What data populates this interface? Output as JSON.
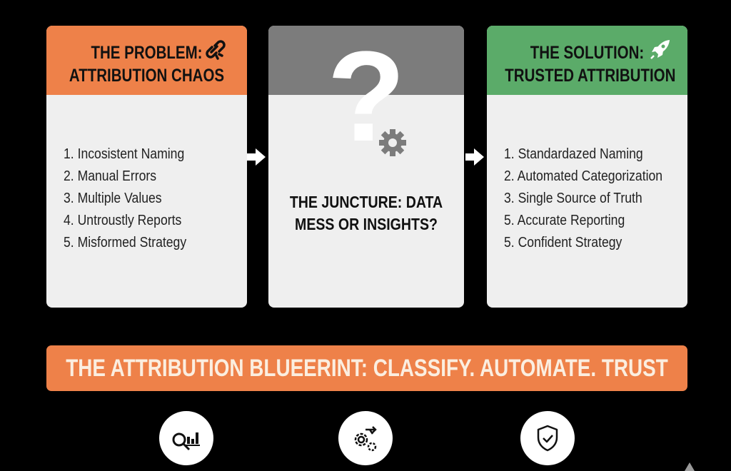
{
  "problem": {
    "title_line1": "THE PROBLEM:",
    "title_line2": "ATTRIBUTION CHAOS",
    "icon": "broken-link-icon",
    "color": "#ee8149",
    "items": [
      "1. Incosistent Naming",
      "2. Manual Errors",
      "3. Multiple Values",
      "4. Untroustly Reports",
      "5. Misformed Strategy"
    ]
  },
  "juncture": {
    "line1": "THE JUNCTURE: DATA",
    "line2": "MESS OR INSIGHTS?",
    "icon": "question-mark-icon",
    "color": "#7c7c7c"
  },
  "solution": {
    "title_line1": "THE SOLUTION:",
    "title_line2": "TRUSTED ATTRIBUTION",
    "icon": "rocket-icon",
    "color": "#5bab69",
    "items": [
      "1. Standardazed Naming",
      "2. Automated Categorization",
      "3. Single Source of Truth",
      "5. Accurate Reporting",
      "5. Confident Strategy"
    ]
  },
  "banner": {
    "text": "THE ATTRIBUTION BLUEERINT: CLASSIFY. AUTOMATE. TRUST"
  },
  "bottom_icons": [
    "magnifier-chart-icon",
    "gears-arrow-icon",
    "shield-check-icon"
  ]
}
